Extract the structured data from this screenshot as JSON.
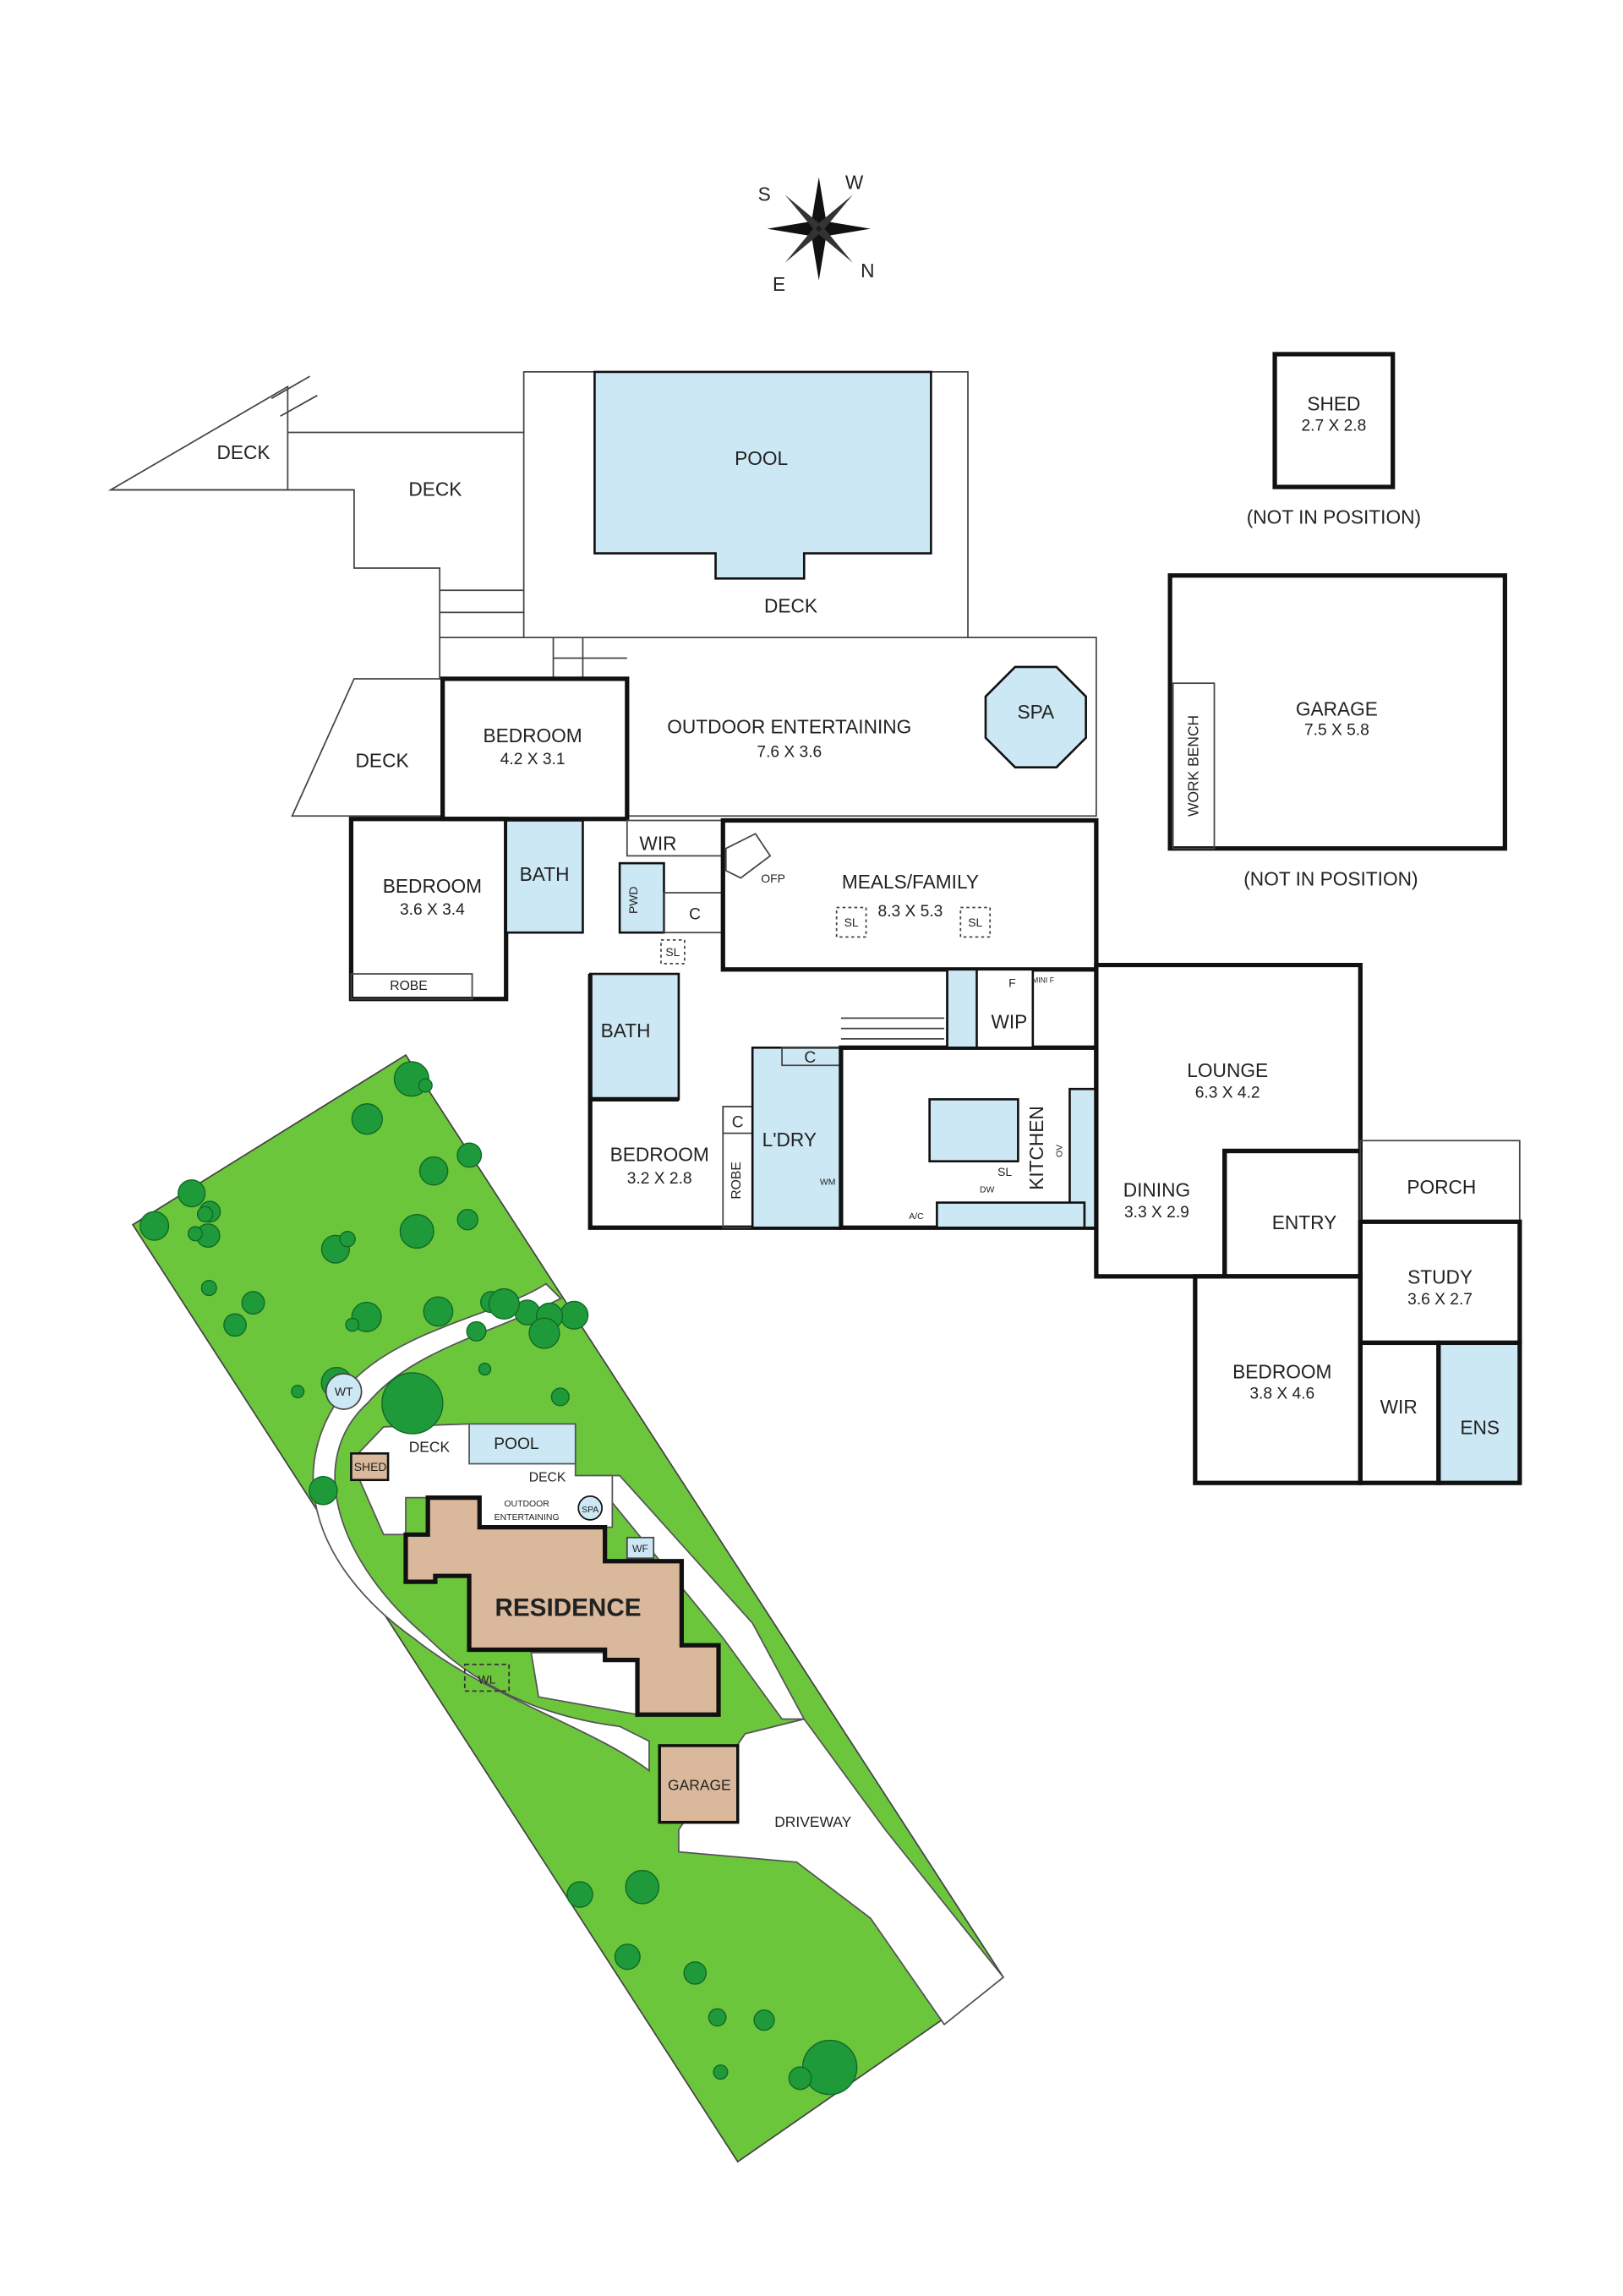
{
  "compass": {
    "s": "S",
    "w": "W",
    "e": "E",
    "n": "N"
  },
  "floor_plan": {
    "deck_left_top": "DECK",
    "deck_upper": "DECK",
    "pool": "POOL",
    "deck_pool": "DECK",
    "outdoor_entertaining": {
      "name": "OUTDOOR ENTERTAINING",
      "dims": "7.6 X  3.6"
    },
    "spa": "SPA",
    "deck_side": "DECK",
    "bedroom_1": {
      "name": "BEDROOM",
      "dims": "4.2 X 3.1"
    },
    "bedroom_2": {
      "name": "BEDROOM",
      "dims": "3.6 X 3.4"
    },
    "robe_1": "ROBE",
    "bath_1": "BATH",
    "wir_1": "WIR",
    "pwd": "PWD",
    "cupboard_1": "C",
    "skylight_hall": "SL",
    "ofp": "OFP",
    "meals_family": {
      "name": "MEALS/FAMILY",
      "dims": "8.3 X 5.3"
    },
    "skylight_1": "SL",
    "skylight_2": "SL",
    "bath_2": "BATH",
    "bedroom_3": {
      "name": "BEDROOM",
      "dims": "3.2 X 2.8"
    },
    "robe_2": "ROBE",
    "cupboard_2": "C",
    "cupboard_3": "C",
    "laundry": "L'DRY",
    "wm": "WM",
    "ac": "A/C",
    "wip": "WIP",
    "fridge": "F",
    "mini_fridge": "MINI F",
    "kitchen": "KITCHEN",
    "oven": "OV",
    "dishwasher": "DW",
    "skylight_kitchen": "SL",
    "lounge": {
      "name": "LOUNGE",
      "dims": "6.3 X 4.2"
    },
    "dining": {
      "name": "DINING",
      "dims": "3.3 X 2.9"
    },
    "entry": "ENTRY",
    "porch": "PORCH",
    "study": {
      "name": "STUDY",
      "dims": "3.6 X 2.7"
    },
    "bedroom_4": {
      "name": "BEDROOM",
      "dims": "3.8 X 4.6"
    },
    "wir_2": "WIR",
    "ensuite": "ENS",
    "shed": {
      "name": "SHED",
      "dims": "2.7 X 2.8",
      "note": "(NOT IN POSITION)"
    },
    "garage": {
      "name": "GARAGE",
      "dims": "7.5 X 5.8",
      "note": "(NOT IN POSITION)",
      "work_bench": "WORK BENCH"
    }
  },
  "site_plan": {
    "wt": "WT",
    "shed": "SHED",
    "deck_1": "DECK",
    "pool": "POOL",
    "deck_2": "DECK",
    "outdoor_entertaining_1": "OUTDOOR",
    "outdoor_entertaining_2": "ENTERTAINING",
    "spa": "SPA",
    "wf": "WF",
    "residence": "RESIDENCE",
    "wl": "WL",
    "garage": "GARAGE",
    "driveway": "DRIVEWAY"
  },
  "colors": {
    "grass": "#6cc63c",
    "tree": "#1f9a3a",
    "water": "#cce8f4",
    "building": "#d9b89b"
  }
}
